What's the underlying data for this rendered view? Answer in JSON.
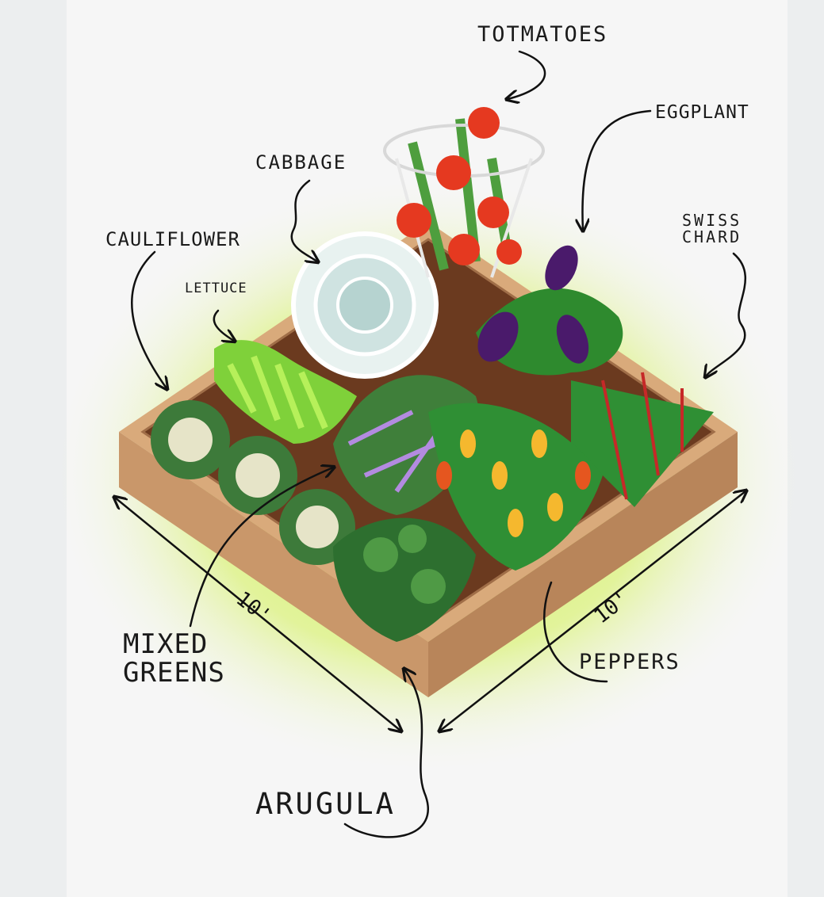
{
  "labels": {
    "tomatoes": "TOTMATOES",
    "eggplant": "EGGPLANT",
    "cabbage": "CABBAGE",
    "swiss_chard": [
      "SWISS",
      "CHARD"
    ],
    "cauliflower": "CAULIFLOWER",
    "lettuce": "LETTUCE",
    "mixed_greens": [
      "MIXED",
      "GREENS"
    ],
    "peppers": "PEPPERS",
    "arugula": "ARUGULA"
  },
  "dimensions": {
    "left_side": "10'",
    "right_side": "10'"
  },
  "colors": {
    "grass_glow": "#d9f27a",
    "bed_wood": "#d6a77a",
    "soil": "#6b3a1f",
    "leaf_dark": "#2e7d32",
    "leaf_light": "#8bc34a",
    "tomato": "#e53920",
    "eggplant": "#4a1a6b",
    "pepper_yellow": "#f5b82e",
    "arugula_purple": "#b38be0",
    "cabbage": "#d8ecea"
  }
}
